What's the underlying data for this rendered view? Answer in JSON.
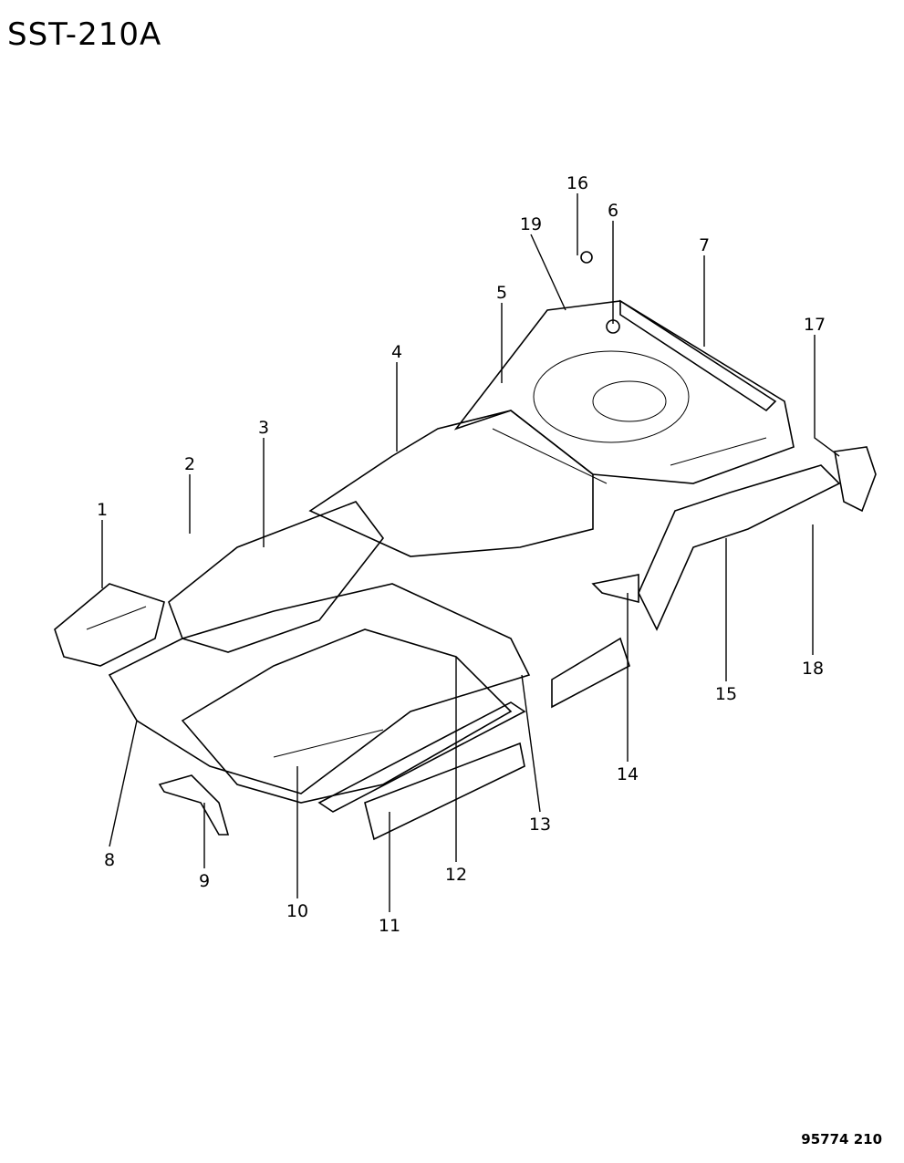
{
  "title": "SST-210A",
  "footer_code": "95774 210",
  "callouts": [
    "1",
    "2",
    "3",
    "4",
    "5",
    "6",
    "7",
    "8",
    "9",
    "10",
    "11",
    "12",
    "13",
    "14",
    "15",
    "16",
    "17",
    "18",
    "19"
  ]
}
